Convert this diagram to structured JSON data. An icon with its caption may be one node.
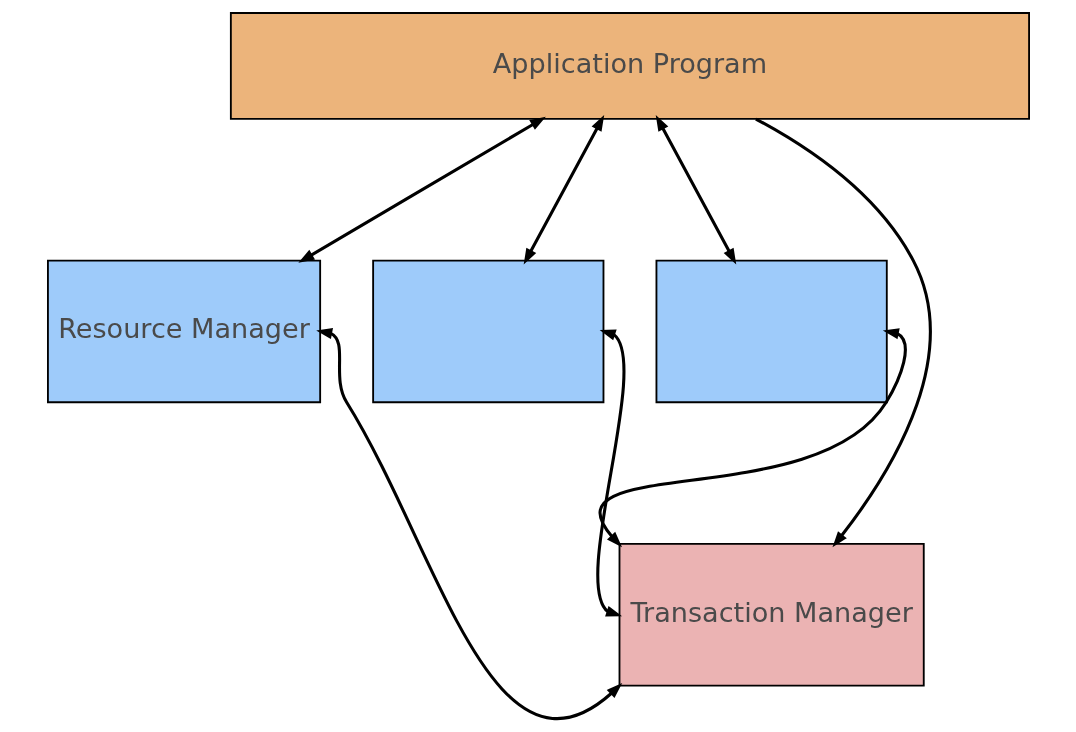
{
  "diagram": {
    "nodes": [
      {
        "text": [
          "Application Program"
        ]
      },
      {
        "text": [],
        "shape": "box"
      },
      {
        "text": [],
        "shape": "box"
      },
      {
        "text": [
          "Resource Manager"
        ]
      },
      {
        "text": [
          "Transaction Manager"
        ]
      }
    ],
    "edges": [
      {
        "from": 0,
        "to": 3,
        "arrow": "both"
      },
      {
        "from": 0,
        "to": 1,
        "arrow": "both"
      },
      {
        "from": 0,
        "to": 2,
        "arrow": "both"
      },
      {
        "from": 0,
        "to": 4,
        "arrow": "to"
      },
      {
        "from": 2,
        "to": 4,
        "arrow": "both"
      },
      {
        "from": 1,
        "to": 4,
        "arrow": "both"
      },
      {
        "from": 3,
        "to": 4,
        "arrow": "both"
      }
    ]
  }
}
